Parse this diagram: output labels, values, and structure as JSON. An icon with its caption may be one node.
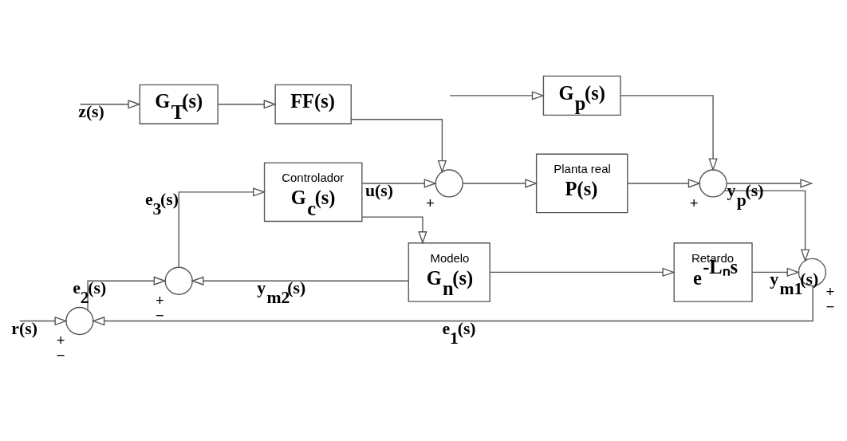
{
  "diagram": {
    "nodes": [
      {
        "text": [],
        "shape": "circle",
        "beside": [
          "+",
          "−"
        ]
      },
      {
        "text": [],
        "shape": "circle",
        "beside": [
          "+",
          "−"
        ]
      },
      {
        "text": [
          "Controlador",
          "G$_{c}$(s)"
        ]
      },
      {
        "text": [],
        "shape": "circle",
        "beside": [
          "+"
        ]
      },
      {
        "text": [
          "Planta real",
          "P(s)"
        ]
      },
      {
        "text": [],
        "shape": "circle",
        "beside": [
          "+"
        ]
      },
      {
        "text": [
          "FF(s)"
        ]
      },
      {
        "text": [
          "G$_{T}$(s)"
        ]
      },
      {
        "text": [
          "G$_{p}$(s)"
        ]
      },
      {
        "text": [
          "Modelo",
          "G$_{n}$(s)"
        ]
      },
      {
        "text": [
          "Retardo",
          "e$^{-Lₙs}$"
        ]
      },
      {
        "text": [],
        "shape": "circle",
        "beside": [
          "+",
          "−"
        ]
      }
    ],
    "edges": [
      {
        "from": null,
        "to": 0,
        "arrow": "to",
        "label": "r(s)"
      },
      {
        "from": 0,
        "to": 1,
        "arrow": "to",
        "label": "e$_{2}$(s)"
      },
      {
        "from": 1,
        "to": 2,
        "arrow": "to",
        "label": "e$_{3}$(s)"
      },
      {
        "from": 2,
        "to": 3,
        "arrow": "to",
        "label": "u(s)"
      },
      {
        "from": 2,
        "to": 9,
        "arrow": "to"
      },
      {
        "from": 3,
        "to": 4,
        "arrow": "to"
      },
      {
        "from": 4,
        "to": 5,
        "arrow": "to"
      },
      {
        "from": null,
        "to": 7,
        "arrow": "to",
        "label": "z(s)"
      },
      {
        "from": null,
        "to": 8,
        "arrow": "to"
      },
      {
        "from": 7,
        "to": 6,
        "arrow": "to"
      },
      {
        "from": 6,
        "to": 3,
        "arrow": "to"
      },
      {
        "from": 8,
        "to": 5,
        "arrow": "to"
      },
      {
        "from": 5,
        "to": null,
        "arrow": "to",
        "label": "y$_{p}$(s)"
      },
      {
        "from": 5,
        "to": 11,
        "arrow": "to"
      },
      {
        "from": 9,
        "to": 10,
        "arrow": "to"
      },
      {
        "from": 10,
        "to": 11,
        "arrow": "to",
        "label": "y$_{m1}$(s)"
      },
      {
        "from": 9,
        "to": 1,
        "arrow": "to",
        "label": "y$_{m2}$(s)"
      },
      {
        "from": 11,
        "to": 0,
        "arrow": "to",
        "label": "e$_{1}$(s)"
      }
    ]
  }
}
